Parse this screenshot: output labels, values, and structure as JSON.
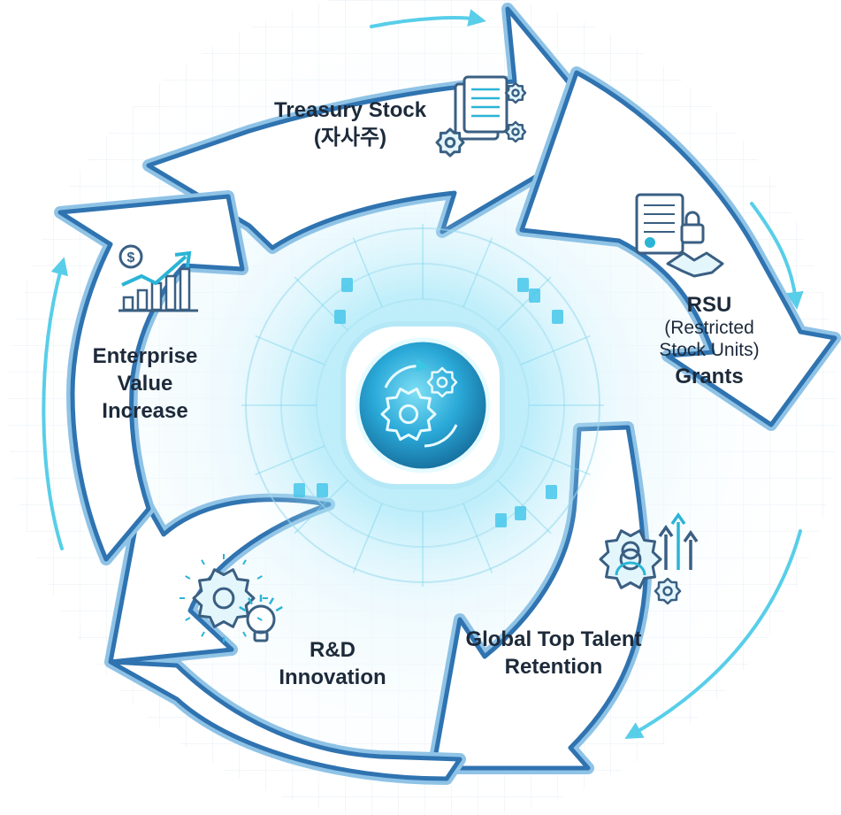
{
  "stages": [
    {
      "id": "treasury",
      "lines": [
        {
          "text": "Treasury Stock",
          "weight": "bold"
        },
        {
          "text": "(자사주)",
          "weight": "bold"
        }
      ],
      "icon": "document-gears-icon"
    },
    {
      "id": "rsu",
      "lines": [
        {
          "text": "RSU",
          "weight": "bold"
        },
        {
          "text": "(Restricted",
          "weight": "normal"
        },
        {
          "text": "Stock Units)",
          "weight": "normal"
        },
        {
          "text": "Grants",
          "weight": "bold"
        }
      ],
      "icon": "contract-handshake-icon"
    },
    {
      "id": "talent",
      "lines": [
        {
          "text": "Global Top Talent",
          "weight": "bold"
        },
        {
          "text": "Retention",
          "weight": "bold"
        }
      ],
      "icon": "person-gear-growth-icon"
    },
    {
      "id": "rnd",
      "lines": [
        {
          "text": "R&D",
          "weight": "bold"
        },
        {
          "text": "Innovation",
          "weight": "bold"
        }
      ],
      "icon": "gear-lightbulb-icon"
    },
    {
      "id": "value",
      "lines": [
        {
          "text": "Enterprise",
          "weight": "bold"
        },
        {
          "text": "Value",
          "weight": "bold"
        },
        {
          "text": "Increase",
          "weight": "bold"
        }
      ],
      "icon": "growth-chart-icon"
    }
  ],
  "center_icon": "gears-cycle-icon",
  "colors": {
    "outline": "#2f73b0",
    "outline_light": "#8fc3e6",
    "cyan": "#3cc6e6",
    "glow": "#bfeefb",
    "text": "#1d2a3a",
    "grid": "#e6eef5"
  }
}
